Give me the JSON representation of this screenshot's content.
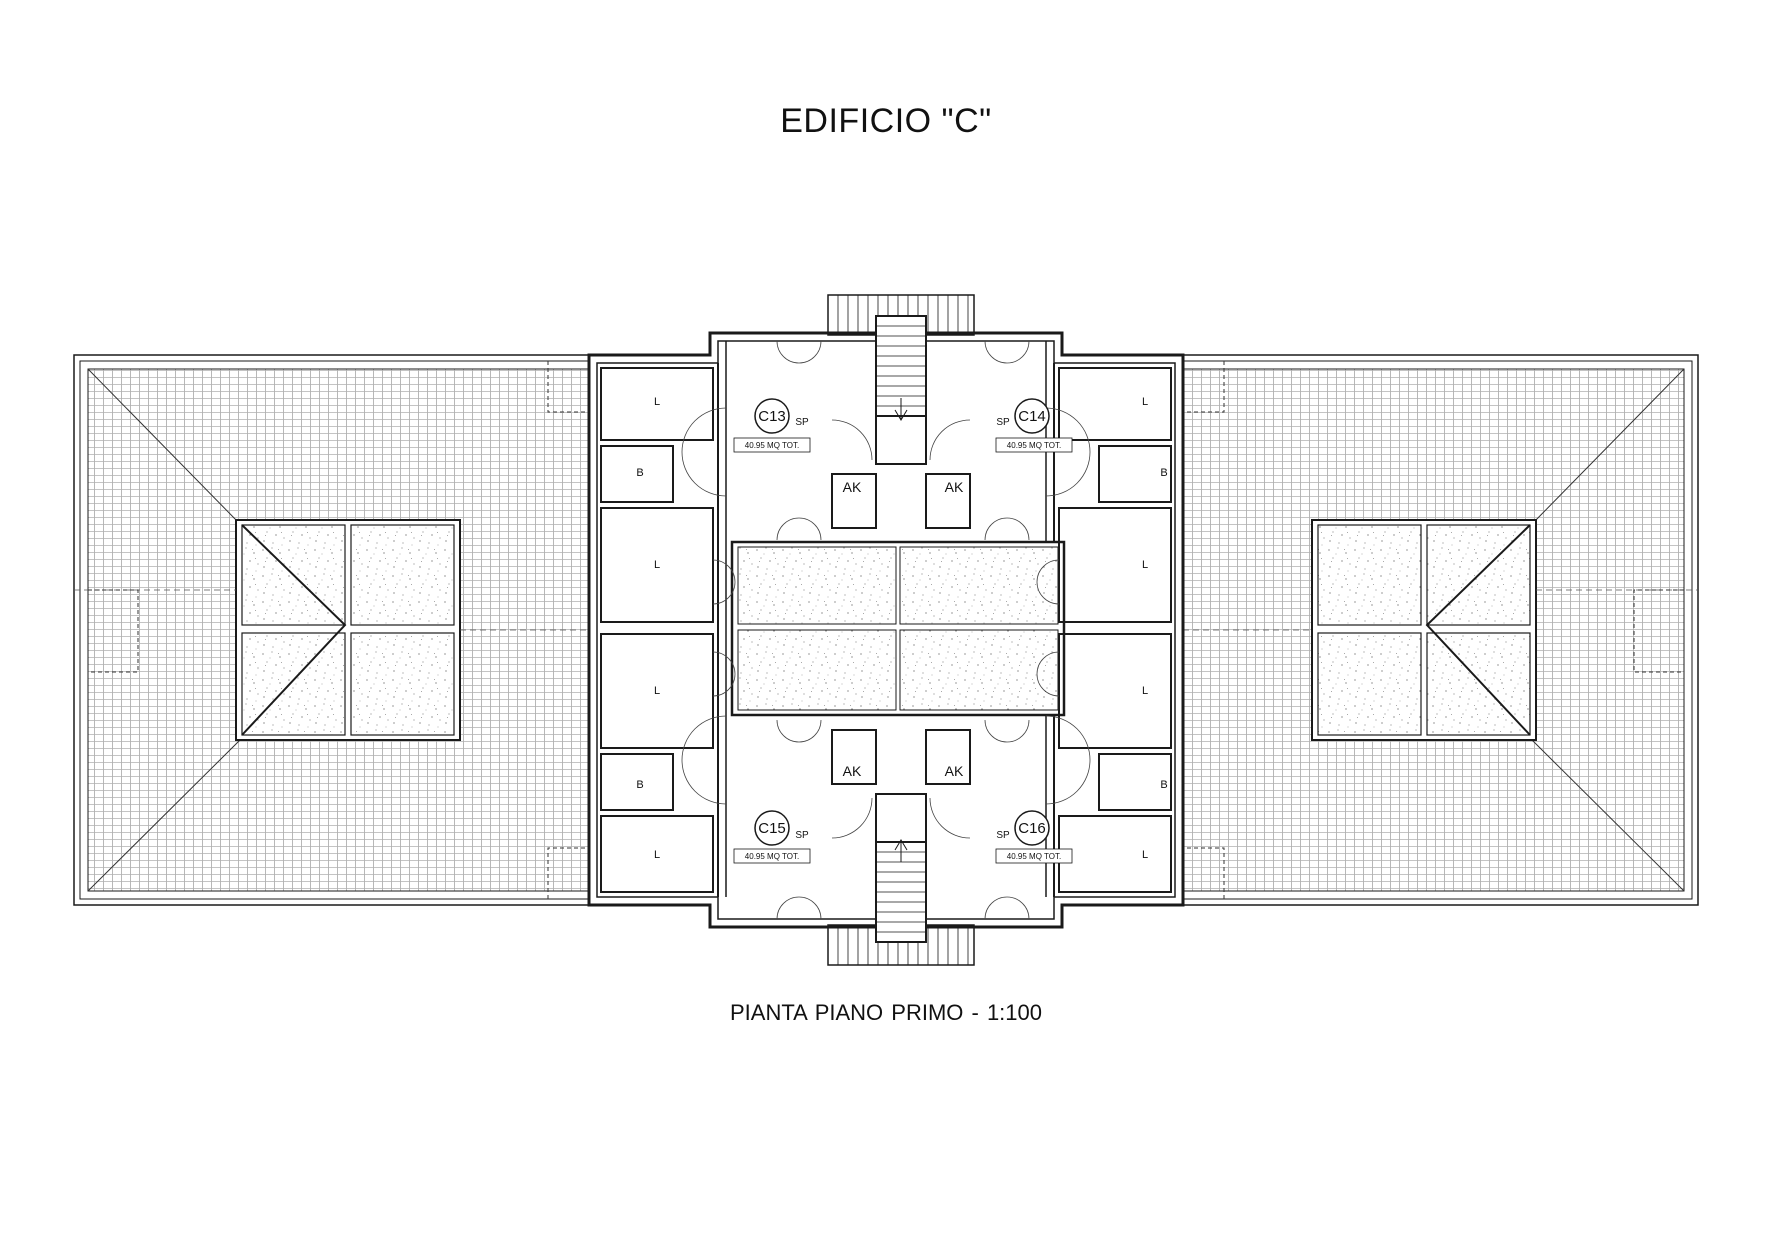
{
  "title": "EDIFICIO \"C\"",
  "subtitle": "PIANTA PIANO PRIMO  -  1:100",
  "room_labels": {
    "living": "L",
    "bath": "B",
    "kitchen": "AK",
    "sp": "SP"
  },
  "units": [
    {
      "id": "C13",
      "area": "40.95 MQ TOT."
    },
    {
      "id": "C14",
      "area": "40.95 MQ TOT."
    },
    {
      "id": "C15",
      "area": "40.95 MQ TOT."
    },
    {
      "id": "C16",
      "area": "40.95 MQ TOT."
    }
  ],
  "colors": {
    "line": "#1a1a1a",
    "paper": "#ffffff"
  }
}
